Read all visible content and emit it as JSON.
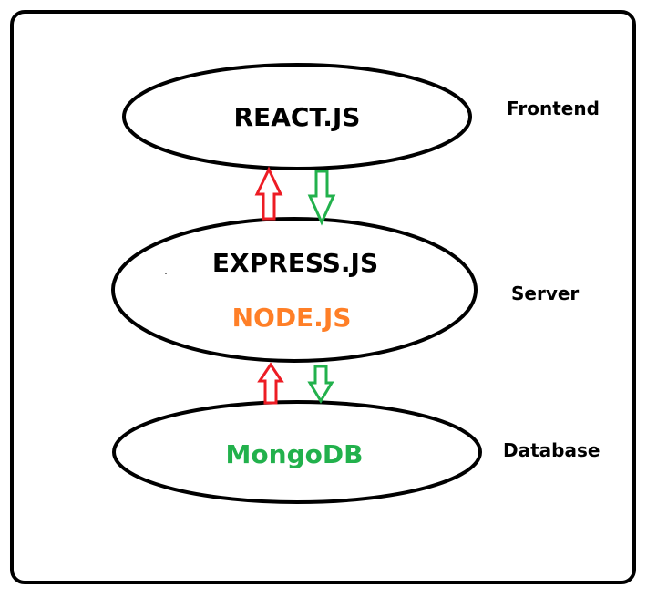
{
  "layers": [
    {
      "id": "frontend",
      "title": "REACT.JS",
      "subtitle": "",
      "label": "Frontend"
    },
    {
      "id": "server",
      "title": "EXPRESS.JS",
      "subtitle": "NODE.JS",
      "label": "Server"
    },
    {
      "id": "database",
      "title": "MongoDB",
      "subtitle": "",
      "label": "Database"
    }
  ],
  "colors": {
    "frame": "#000000",
    "ellipse_stroke": "#000000",
    "text_dark": "#000000",
    "node_orange": "#ff7f27",
    "mongo_green": "#22b14c",
    "arrow_up_red": "#ed1c24",
    "arrow_down_green": "#22b14c"
  }
}
